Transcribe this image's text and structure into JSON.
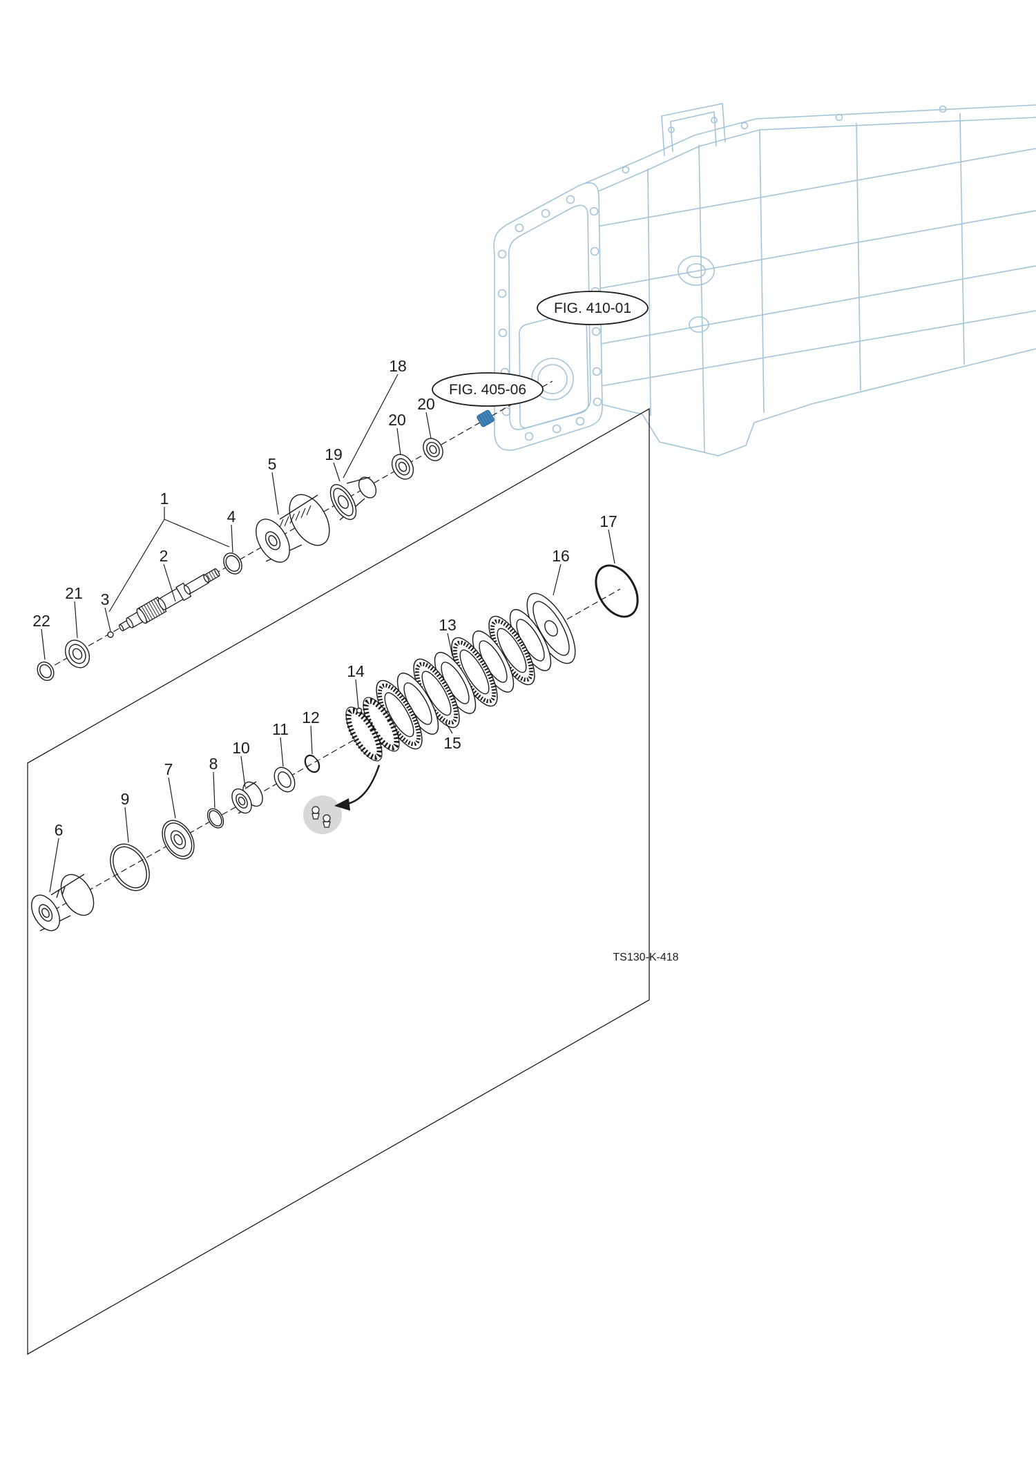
{
  "drawing": {
    "code": "TS130-K-418"
  },
  "figure_callouts": [
    {
      "label": "FIG. 410-01"
    },
    {
      "label": "FIG. 405-06"
    }
  ],
  "part_labels": [
    "1",
    "2",
    "3",
    "4",
    "5",
    "6",
    "7",
    "8",
    "9",
    "10",
    "11",
    "12",
    "13",
    "14",
    "15",
    "16",
    "17",
    "18",
    "19",
    "20",
    "20",
    "21",
    "22"
  ],
  "colors": {
    "background": "#ffffff",
    "line": "#1c1c1c",
    "housing_line": "#a2c4da",
    "plug_fill": "#4488bb",
    "plug_stroke": "#2d6c9f",
    "detail_circle_fill": "#d8d8d8"
  }
}
